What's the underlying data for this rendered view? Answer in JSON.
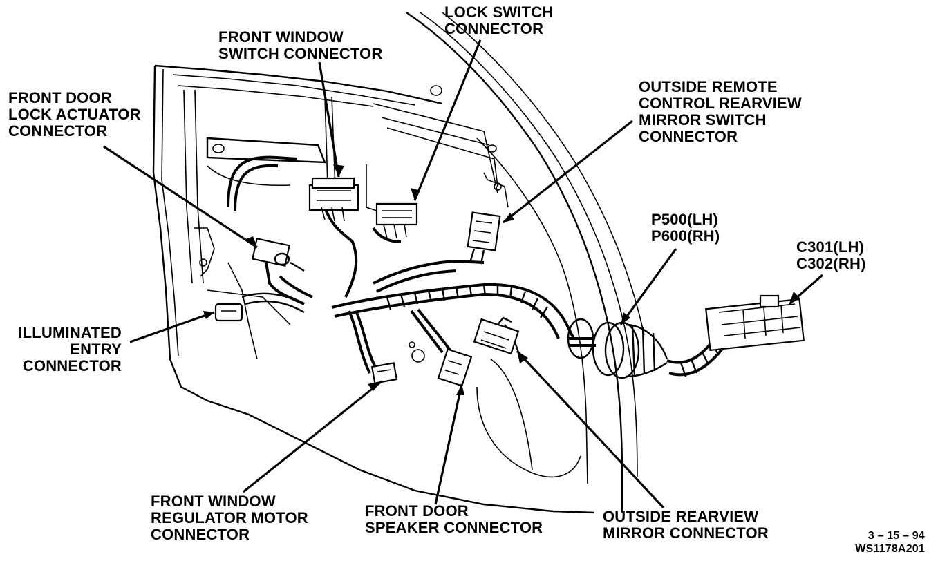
{
  "labels": {
    "lock_switch": [
      "LOCK SWITCH",
      "CONNECTOR"
    ],
    "front_window_switch": [
      "FRONT WINDOW",
      "SWITCH CONNECTOR"
    ],
    "front_door_lock_actuator": [
      "FRONT DOOR",
      "LOCK ACTUATOR",
      "CONNECTOR"
    ],
    "outside_remote_mirror_switch": [
      "OUTSIDE REMOTE",
      "CONTROL REARVIEW",
      "MIRROR SWITCH",
      "CONNECTOR"
    ],
    "p500_p600": [
      "P500(LH)",
      "P600(RH)"
    ],
    "c301_c302": [
      "C301(LH)",
      "C302(RH)"
    ],
    "illuminated_entry": [
      "ILLUMINATED",
      "ENTRY",
      "CONNECTOR"
    ],
    "front_window_regulator_motor": [
      "FRONT WINDOW",
      "REGULATOR MOTOR",
      "CONNECTOR"
    ],
    "front_door_speaker": [
      "FRONT DOOR",
      "SPEAKER CONNECTOR"
    ],
    "outside_rearview_mirror": [
      "OUTSIDE REARVIEW",
      "MIRROR CONNECTOR"
    ]
  },
  "footer": {
    "date": "3 – 15 – 94",
    "figure_id": "WS1178A201"
  }
}
